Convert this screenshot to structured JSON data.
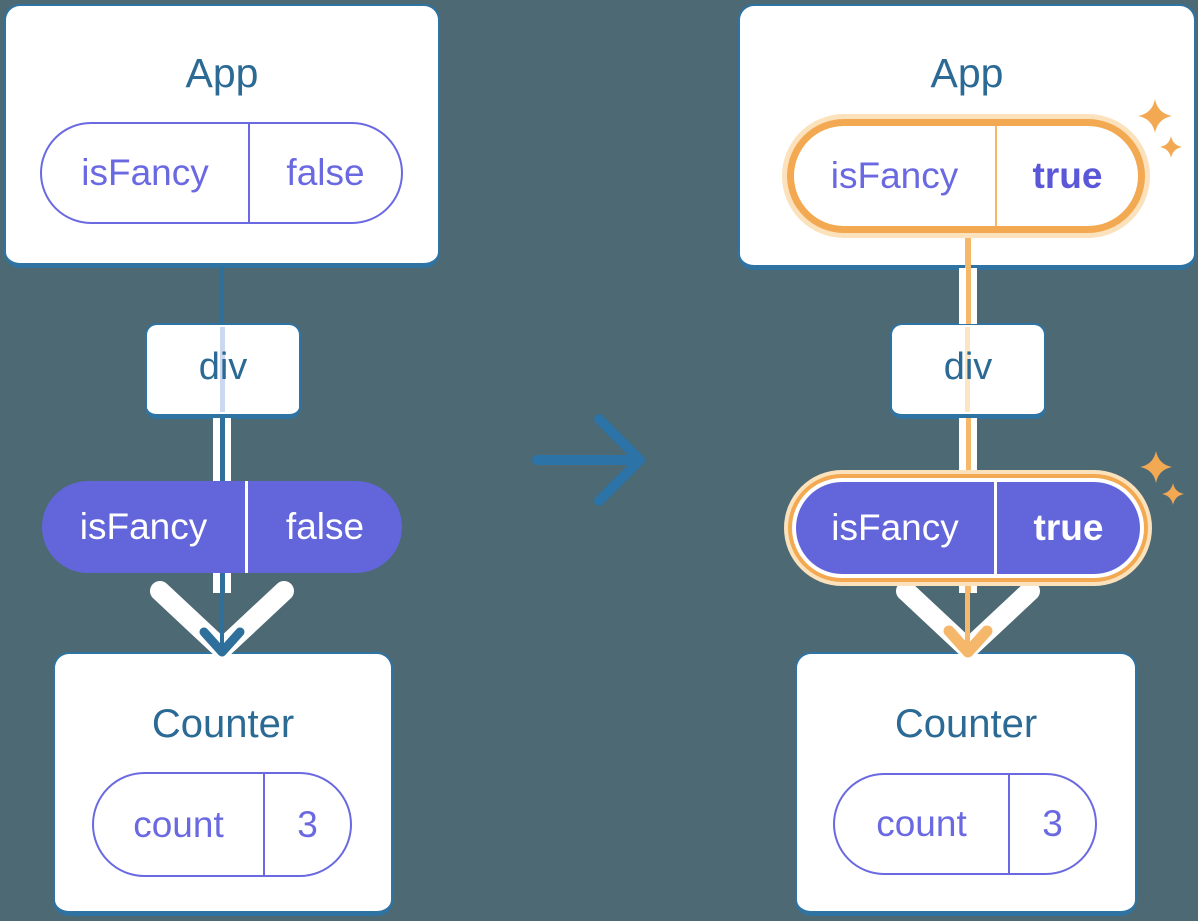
{
  "panels": {
    "before": {
      "app": {
        "title": "App",
        "state": {
          "name": "isFancy",
          "value": "false"
        }
      },
      "div": {
        "label": "div"
      },
      "prop_pill": {
        "name": "isFancy",
        "value": "false"
      },
      "counter": {
        "title": "Counter",
        "state": {
          "name": "count",
          "value": "3"
        }
      }
    },
    "after": {
      "app": {
        "title": "App",
        "state": {
          "name": "isFancy",
          "value": "true"
        }
      },
      "div": {
        "label": "div"
      },
      "prop_pill": {
        "name": "isFancy",
        "value": "true"
      },
      "counter": {
        "title": "Counter",
        "state": {
          "name": "count",
          "value": "3"
        }
      }
    }
  },
  "icons": {
    "transition_arrow": "arrow-right-icon",
    "pass_down_chevron": "chevron-down-icon",
    "highlight_sparkles": "sparkle-icon"
  },
  "colors": {
    "background": "#4D6974",
    "card_background": "#FFFFFF",
    "card_border": "#2E73A2",
    "title_text": "#2B6A94",
    "purple_fill": "#6366DB",
    "purple_outline": "#6A69E2",
    "teal_line": "#2E6F9C",
    "faint_blue_line": "#CBD8F0",
    "orange_ring": "#F3A952",
    "orange_glow": "#FBE2BC",
    "orange_line": "#F5B86A",
    "faint_orange_line": "#FBE5C2",
    "arrow_blue": "#2C73A8"
  }
}
